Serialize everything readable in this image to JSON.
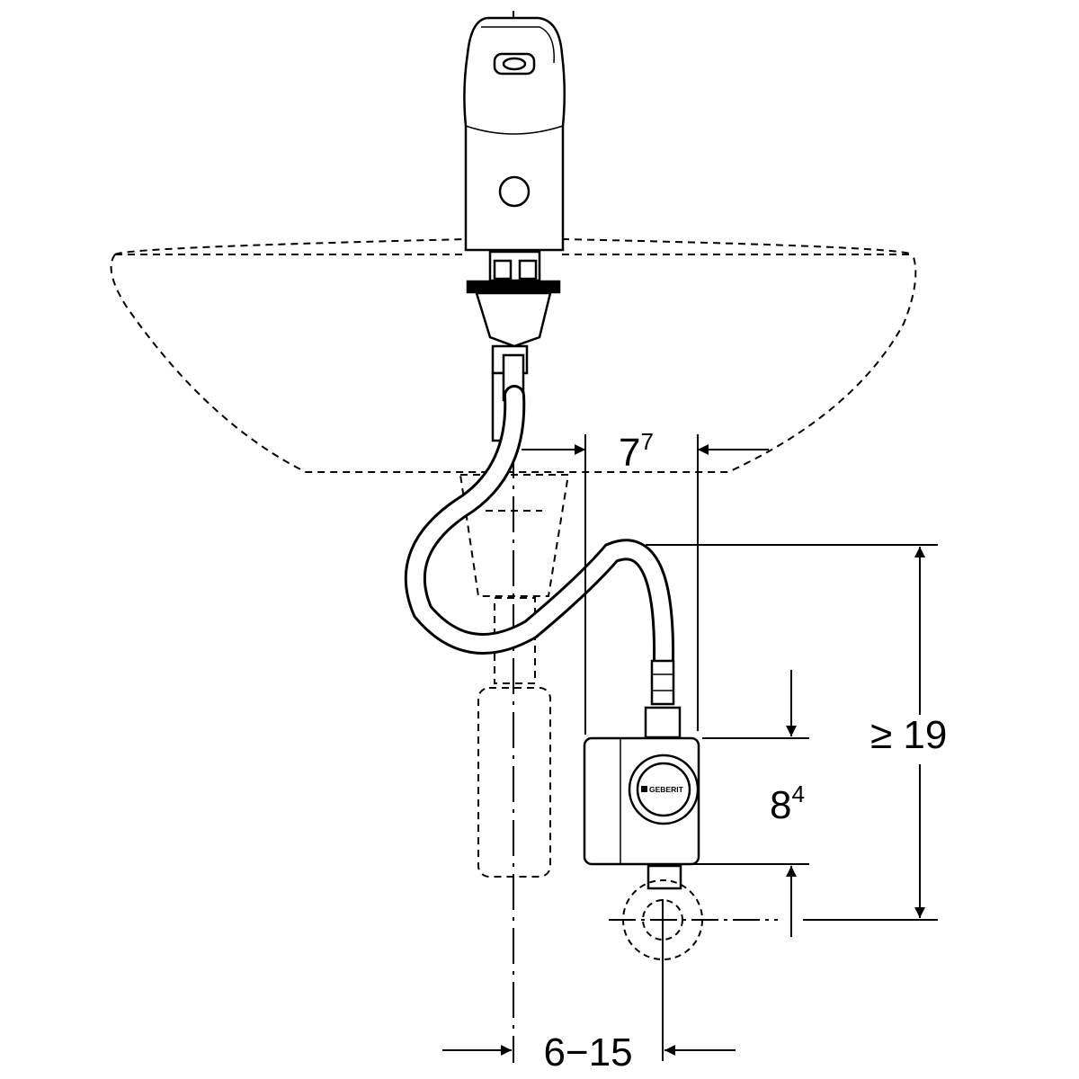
{
  "dimensions": {
    "offset_top": {
      "base": "7",
      "sup": "7"
    },
    "height_min": "≥ 19",
    "box_height": {
      "base": "8",
      "sup": "4"
    },
    "offset_bottom": "6−15"
  },
  "logo": "GEBERIT",
  "icons": {
    "faucet": "faucet-icon",
    "sensor": "sensor-window-icon",
    "control_box": "control-box-icon"
  }
}
